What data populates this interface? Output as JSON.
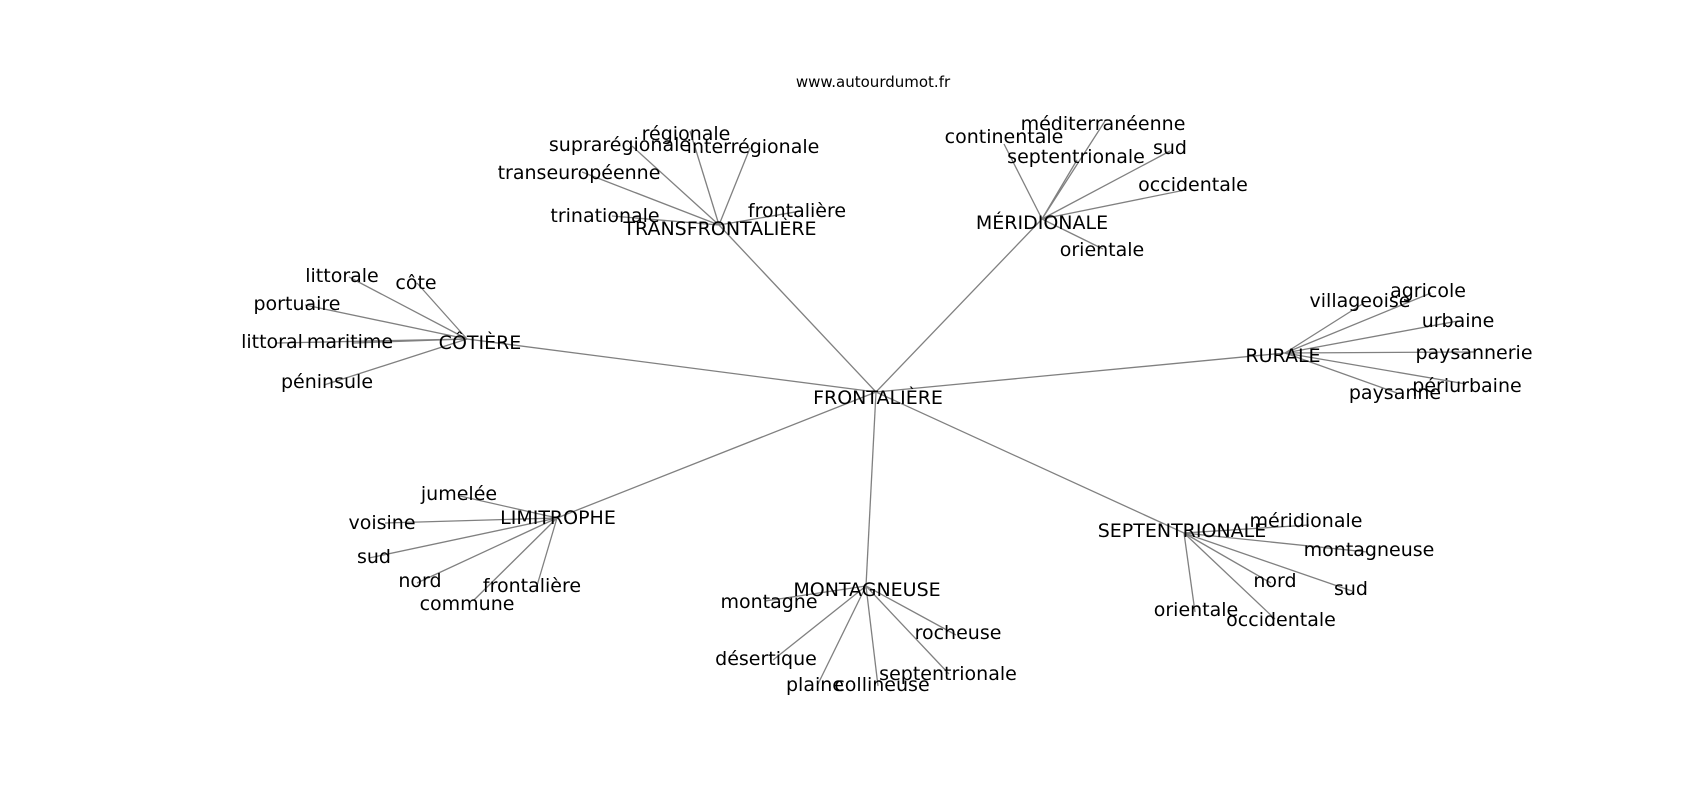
{
  "watermark": "www.autourdumot.fr",
  "center": "FRONTALIÈRE",
  "clusters": [
    {
      "hub": "TRANSFRONTALIÈRE",
      "leaves": [
        "régionale",
        "suprarégionale",
        "interrégionale",
        "transeuropéenne",
        "trinationale",
        "frontalière"
      ]
    },
    {
      "hub": "MÉRIDIONALE",
      "leaves": [
        "méditerranéenne",
        "continentale",
        "sud",
        "septentrionale",
        "occidentale",
        "orientale"
      ]
    },
    {
      "hub": "CÔTIÈRE",
      "leaves": [
        "littorale",
        "côte",
        "portuaire",
        "littoral",
        "maritime",
        "péninsule"
      ]
    },
    {
      "hub": "RURALE",
      "leaves": [
        "villageoise",
        "agricole",
        "urbaine",
        "paysannerie",
        "périurbaine",
        "paysanne"
      ]
    },
    {
      "hub": "LIMITROPHE",
      "leaves": [
        "jumelée",
        "voisine",
        "sud",
        "nord",
        "frontalière",
        "commune"
      ]
    },
    {
      "hub": "MONTAGNEUSE",
      "leaves": [
        "montagne",
        "rocheuse",
        "désertique",
        "septentrionale",
        "plaine",
        "collineuse"
      ]
    },
    {
      "hub": "SEPTENTRIONALE",
      "leaves": [
        "méridionale",
        "montagneuse",
        "nord",
        "sud",
        "orientale",
        "occidentale"
      ]
    }
  ]
}
